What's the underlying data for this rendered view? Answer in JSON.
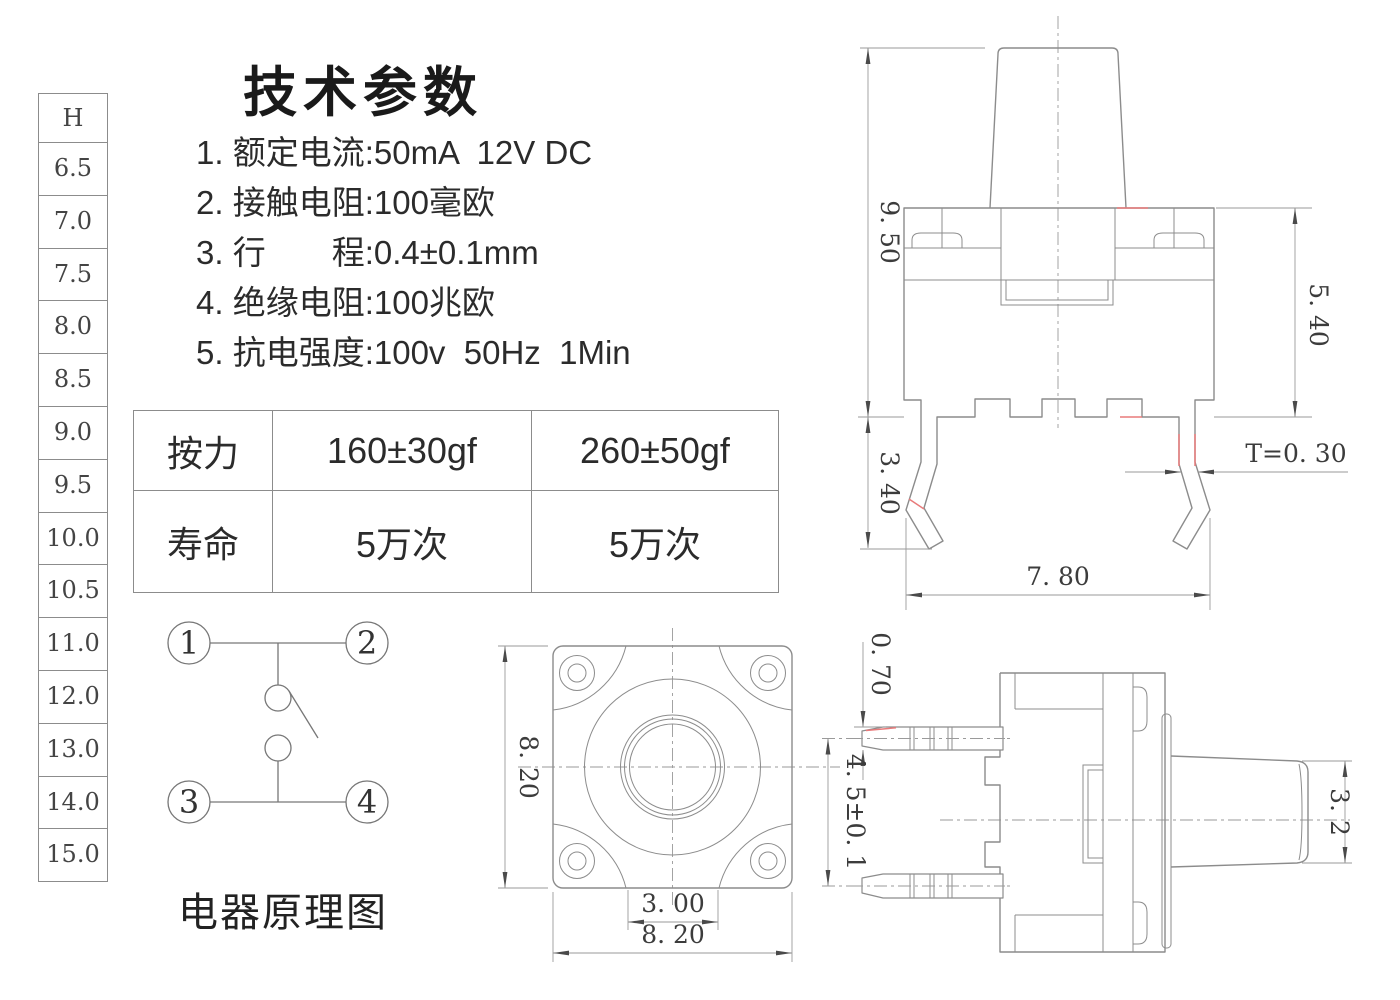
{
  "h_table": {
    "header": "H",
    "values": [
      "6.5",
      "7.0",
      "7.5",
      "8.0",
      "8.5",
      "9.0",
      "9.5",
      "10.0",
      "10.5",
      "11.0",
      "12.0",
      "13.0",
      "14.0",
      "15.0"
    ]
  },
  "tech": {
    "title": "技术参数",
    "items": [
      "1. 额定电流:50mA  12V DC",
      "2. 接触电阻:100毫欧",
      "3. 行　　程:0.4±0.1mm",
      "4. 绝缘电阻:100兆欧",
      "5. 抗电强度:100v  50Hz  1Min"
    ]
  },
  "force_table": {
    "rows": [
      [
        "按力",
        "160±30gf",
        "260±50gf"
      ],
      [
        "寿命",
        "5万次",
        "5万次"
      ]
    ]
  },
  "schematic": {
    "terminals": [
      "1",
      "2",
      "3",
      "4"
    ],
    "caption": "电器原理图"
  },
  "front_view": {
    "dims": {
      "total_height": "9. 50",
      "body_height": "5. 40",
      "leg_length": "3. 40",
      "lead_span": "7. 80",
      "lead_thickness": "T=0. 30"
    }
  },
  "top_view": {
    "dims": {
      "side": "8. 20",
      "stem": "3. 00",
      "bottom": "8. 20"
    }
  },
  "side_view": {
    "dims": {
      "pin_thickness": "0. 70",
      "pin_pitch": "4. 5±0. 1",
      "stem_height": "3. 2"
    }
  },
  "colors": {
    "line": "#8c8c8c",
    "dimline": "#9a9a9a",
    "text": "#333333",
    "red": "#e87a7a"
  }
}
